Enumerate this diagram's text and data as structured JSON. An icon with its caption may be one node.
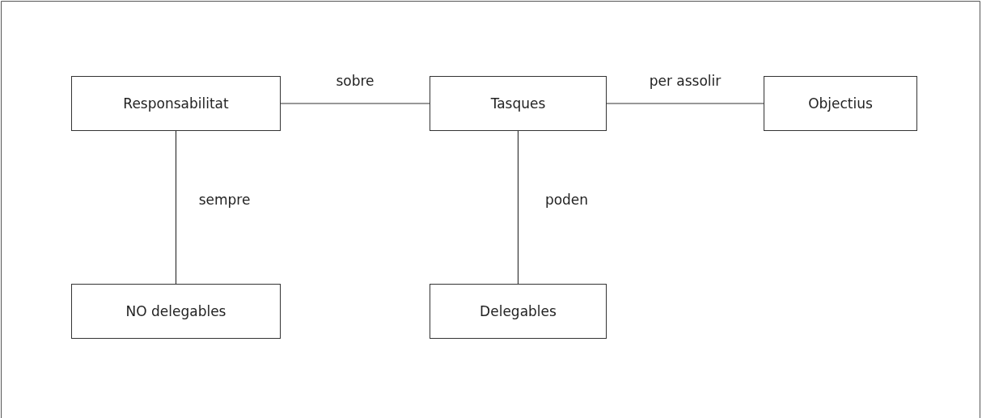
{
  "diagram": {
    "nodes": [
      {
        "text": [
          "Responsabilitat"
        ]
      },
      {
        "text": [
          "Tasques"
        ]
      },
      {
        "text": [
          "Objectius"
        ]
      },
      {
        "text": [
          "NO delegables"
        ]
      },
      {
        "text": [
          "Delegables"
        ]
      }
    ],
    "edges": [
      {
        "from": 0,
        "to": 1,
        "arrow": "none",
        "label": "sobre"
      },
      {
        "from": 1,
        "to": 2,
        "arrow": "none",
        "label": "per assolir"
      },
      {
        "from": 0,
        "to": 3,
        "arrow": "none",
        "label": "sempre"
      },
      {
        "from": 1,
        "to": 4,
        "arrow": "none",
        "label": "poden"
      }
    ]
  }
}
